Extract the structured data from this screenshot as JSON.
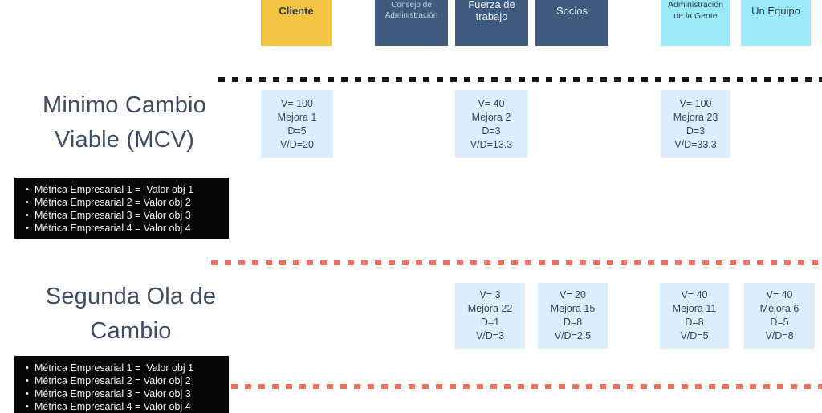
{
  "palette": {
    "column_yellow": "#F5C342",
    "column_navy": "#3E5A7E",
    "column_cyan": "#99E9FB",
    "card_light_blue": "#DCEDFB",
    "divider_black": "#151515",
    "divider_orange": "#F4705C",
    "title_text": "#3D4D63",
    "metrics_panel_bg": "#070707"
  },
  "columns": [
    {
      "label": "Cliente"
    },
    {
      "label": "Consejo de Administración"
    },
    {
      "label": "Fuerza de trabajo"
    },
    {
      "label": "Socios"
    },
    {
      "label": "Administración de la Gente"
    },
    {
      "label": "Un Equipo"
    }
  ],
  "sections": [
    {
      "title_lines": [
        "Minimo Cambio",
        "Viable (MCV)"
      ],
      "boxes": [
        [
          "V= 100",
          "Mejora 1",
          "D=5",
          "V/D=20"
        ],
        [
          "V= 40",
          "Mejora 2",
          "D=3",
          "V/D=13.3"
        ],
        [
          "V= 100",
          "Mejora 23",
          "D=3",
          "V/D=33.3"
        ]
      ],
      "metrics": [
        "Métrica Empresarial 1 =  Valor obj 1",
        "Métrica Empresarial 2 = Valor obj 2",
        "Métrica Empresarial 3 = Valor obj 3",
        "Métrica Empresarial 4 = Valor obj 4"
      ]
    },
    {
      "title_lines": [
        "Segunda Ola de",
        "Cambio"
      ],
      "boxes": [
        [
          "V= 3",
          "Mejora 22",
          "D=1",
          "V/D=3"
        ],
        [
          "V= 20",
          "Mejora 15",
          "D=8",
          "V/D=2.5"
        ],
        [
          "V= 40",
          "Mejora 11",
          "D=8",
          "V/D=5"
        ],
        [
          "V= 40",
          "Mejora 6",
          "D=5",
          "V/D=8"
        ]
      ],
      "metrics": [
        "Métrica Empresarial 1 =  Valor obj 1",
        "Métrica Empresarial 2 = Valor obj 2",
        "Métrica Empresarial 3 = Valor obj 3",
        "Métrica Empresarial 4 = Valor obj 4"
      ]
    }
  ]
}
